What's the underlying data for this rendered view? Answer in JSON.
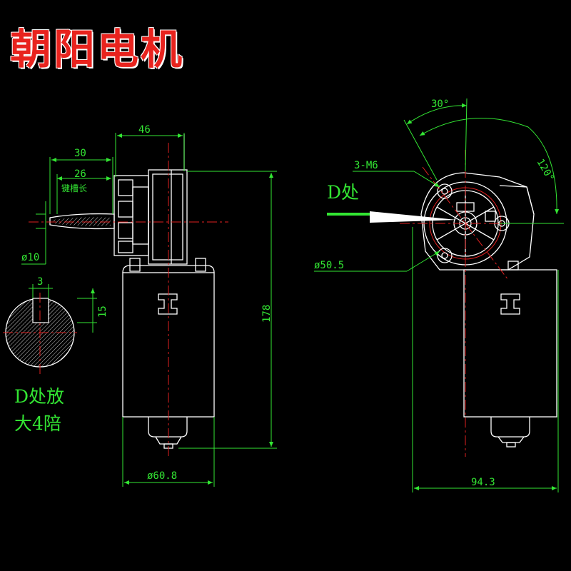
{
  "brand": {
    "title": "朝阳电机",
    "color": "#e8231e"
  },
  "dimensions": {
    "body_width_top": "46",
    "shaft_length": "30",
    "keyway_length_value": "26",
    "keyway_length_label": "键槽长",
    "shaft_diameter": "ø10",
    "key_width": "3",
    "key_depth": "15",
    "total_height": "178",
    "motor_diameter": "ø60.8",
    "mount_angle": "30°",
    "hole_angle": "120°",
    "mount_holes": "3-M6",
    "flange_diameter": "ø50.5",
    "total_width": "94.3"
  },
  "notes": {
    "detail_d": "D处",
    "detail_zoom_line1": "D处放",
    "detail_zoom_line2": "大4陪"
  },
  "colors": {
    "dimension": "#33e633",
    "outline": "#ffffff",
    "centerline": "#e02020"
  }
}
